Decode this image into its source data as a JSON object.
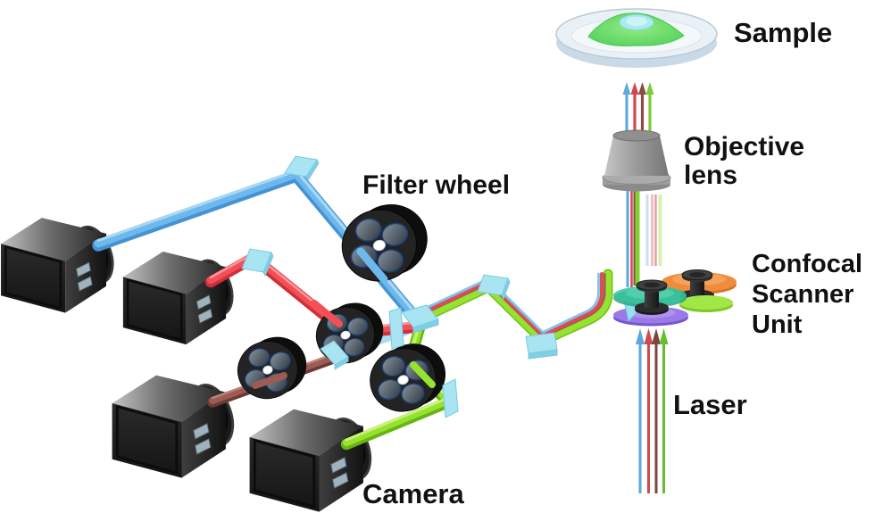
{
  "labels": {
    "sample": "Sample",
    "objective_lens": "Objective\nlens",
    "confocal_scanner_unit": "Confocal\nScanner\nUnit",
    "laser": "Laser",
    "filter_wheel": "Filter wheel",
    "camera": "Camera"
  },
  "colors": {
    "beam_blue": "#6DB8EC",
    "beam_blue_edge": "#4593D3",
    "beam_red": "#F25056",
    "beam_red_edge": "#CF2E3A",
    "beam_dark_red": "#9D5B54",
    "beam_dark_red_edge": "#6D3A37",
    "beam_green": "#95E230",
    "beam_green_edge": "#6CBD14",
    "laser_blue": "#5DA7DC",
    "laser_red": "#CF4A4A",
    "laser_dark_red": "#7E4543",
    "laser_green": "#63BF2E",
    "splitter_cyan": "#A8E4F2",
    "disc_teal": "#35C39B",
    "disc_orange": "#F08C3C",
    "disc_yellow_green": "#A2E748",
    "disc_purple": "#9A79E8",
    "label_text": "#111111"
  },
  "components": {
    "cameras": 4,
    "filter_wheels": 4,
    "beam_splitters": 9,
    "laser_colors": [
      "blue",
      "red",
      "dark-red",
      "green"
    ]
  }
}
